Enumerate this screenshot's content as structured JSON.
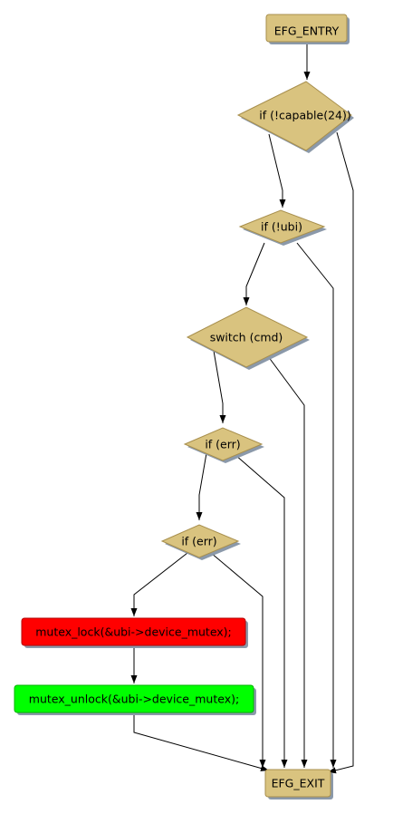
{
  "colors": {
    "node_fill": "#d9c37f",
    "node_stroke": "#a88f4d",
    "shadow": "#8b99aa",
    "lock_fill": "#ff0000",
    "unlock_fill": "#00ff00",
    "edge": "#000000"
  },
  "nodes": {
    "entry": "EFG_ENTRY",
    "cond_capable": "if (!capable(24))",
    "cond_ubi": "if (!ubi)",
    "switch_cmd": "switch (cmd)",
    "cond_err_1": "if (err)",
    "cond_err_2": "if (err)",
    "mutex_lock": "mutex_lock(&ubi->device_mutex);",
    "mutex_unlock": "mutex_unlock(&ubi->device_mutex);",
    "exit": "EFG_EXIT"
  }
}
